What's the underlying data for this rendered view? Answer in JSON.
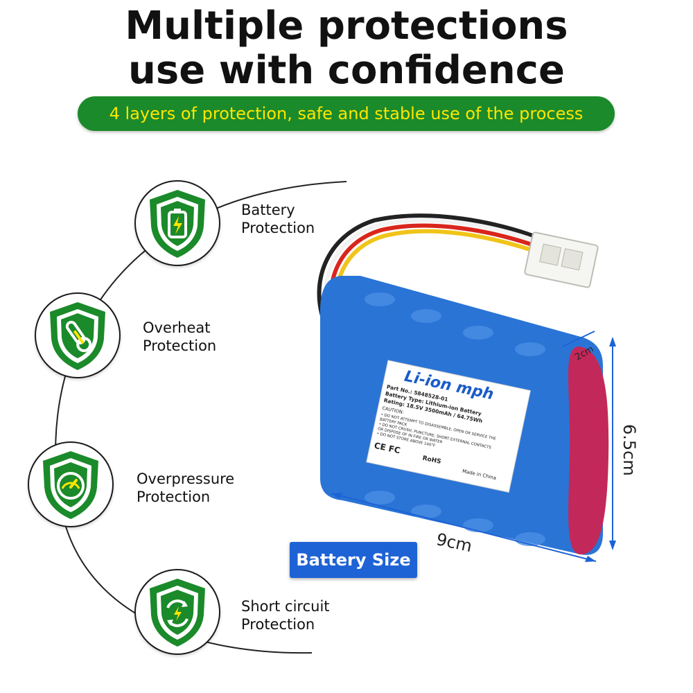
{
  "header": {
    "line1": "Multiple protections",
    "line2": "use with confidence",
    "banner": "4 layers of protection, safe and stable use of the process"
  },
  "features": [
    {
      "icon": "battery-icon",
      "line1": "Battery",
      "line2": "Protection"
    },
    {
      "icon": "thermometer-icon",
      "line1": "Overheat",
      "line2": "Protection"
    },
    {
      "icon": "gauge-icon",
      "line1": "Overpressure",
      "line2": "Protection"
    },
    {
      "icon": "refresh-icon",
      "line1": "Short circuit",
      "line2": "Protection"
    }
  ],
  "product": {
    "brand": "Li-ion mph",
    "part_no": "Part No.: 5848528-01",
    "battery_type": "Battery Type: Lithium-ion Battery",
    "rating": "Rating: 18.5V 3500mAh / 64.75Wh",
    "caution": "CAUTION:",
    "warn1": "• DO NOT ATTEMPT TO DISASSEMBLE, OPEN OR SERVICE THE",
    "warn1b": "BATTERY PACK",
    "warn2": "• DO NOT CRUSH, PUNCTURE, SHORT EXTERNAL CONTACTS",
    "warn3": "OR DISPOSE OF IN FIRE OR WATER",
    "warn4": "• DO NOT STORE ABOVE 140°F",
    "cert": "CE FC",
    "rohs": "RoHS",
    "made_in": "Made in China"
  },
  "dimensions": {
    "width": "9cm",
    "height": "6.5cm",
    "depth": "2cm"
  },
  "size_button": "Battery Size",
  "colors": {
    "brand_green": "#1b8a2a",
    "banner_text": "#ffe600",
    "battery_blue": "#2a74d6",
    "dimension_blue": "#1e63d6"
  }
}
